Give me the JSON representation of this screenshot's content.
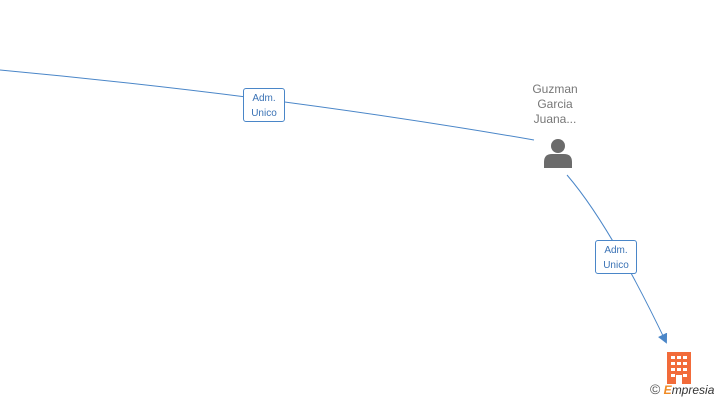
{
  "edges": [
    {
      "label_line1": "Adm.",
      "label_line2": "Unico"
    },
    {
      "label_line1": "Adm.",
      "label_line2": "Unico"
    }
  ],
  "person": {
    "name_line1": "Guzman",
    "name_line2": "Garcia",
    "name_line3": "Juana..."
  },
  "colors": {
    "edge": "#4a86c8",
    "person_icon": "#6b6b6b",
    "company_icon": "#f26b3a"
  },
  "watermark": {
    "symbol": "©",
    "brand_initial": "E",
    "brand_rest": "mpresia"
  },
  "icons": {
    "person": "person-icon",
    "company": "building-icon"
  }
}
